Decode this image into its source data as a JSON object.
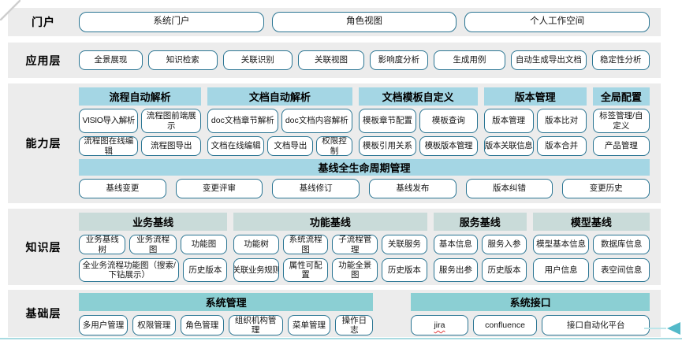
{
  "colors": {
    "band_background": "#ececec",
    "capability_header": "#a4d6e4",
    "knowledge_header": "#c9dbd9",
    "foundation_header": "#8bcfd3",
    "pill_border": "#2a7593",
    "bottom_edge_line": "#a8dbe1",
    "arrow": "#53b9c9",
    "spellcheck_underline": "#e03c3c"
  },
  "layers": {
    "portal": {
      "label": "门户",
      "buttons": [
        "系统门户",
        "角色视图",
        "个人工作空间"
      ]
    },
    "application": {
      "label": "应用层",
      "buttons": [
        "全景展现",
        "知识检索",
        "关联识别",
        "关联视图",
        "影响度分析",
        "生成用例",
        "自动生成导出文档",
        "稳定性分析"
      ]
    },
    "capability": {
      "label": "能力层",
      "sections": [
        {
          "title": "流程自动解析",
          "rows": [
            [
              "VISIO导入解析",
              "流程图前端展示"
            ],
            [
              "流程图在线编辑",
              "流程图导出"
            ]
          ]
        },
        {
          "title": "文档自动解析",
          "rows": [
            [
              "doc文档章节解析",
              "doc文档内容解析"
            ],
            [
              "文档在线编辑",
              "文档导出",
              "权限控制"
            ]
          ]
        },
        {
          "title": "文档模板自定义",
          "rows": [
            [
              "模板章节配置",
              "模板查询"
            ],
            [
              "模板引用关系",
              "模板版本管理"
            ]
          ]
        },
        {
          "title": "版本管理",
          "rows": [
            [
              "版本管理",
              "版本比对"
            ],
            [
              "版本关联信息",
              "版本合并"
            ]
          ]
        },
        {
          "title": "全局配置",
          "rows": [
            [
              "标签管理/自定义"
            ],
            [
              "产品管理"
            ]
          ]
        }
      ],
      "lifecycle": {
        "title": "基线全生命周期管理",
        "buttons": [
          "基线变更",
          "变更评审",
          "基线修订",
          "基线发布",
          "版本纠错",
          "变更历史"
        ]
      }
    },
    "knowledge": {
      "label": "知识层",
      "sections": [
        {
          "title": "业务基线",
          "rows": [
            [
              "业务基线树",
              "业务流程图",
              "功能图"
            ],
            [
              "全业务流程功能图（搜索/下钻展示）",
              "历史版本"
            ]
          ]
        },
        {
          "title": "功能基线",
          "rows": [
            [
              "功能树",
              "系统流程图",
              "子流程管理",
              "关联服务"
            ],
            [
              "关联业务规则",
              "属性可配置",
              "功能全景图",
              "历史版本"
            ]
          ]
        },
        {
          "title": "服务基线",
          "rows": [
            [
              "基本信息",
              "服务入参"
            ],
            [
              "服务出参",
              "历史版本"
            ]
          ]
        },
        {
          "title": "模型基线",
          "rows": [
            [
              "模型基本信息",
              "数据库信息"
            ],
            [
              "用户信息",
              "表空间信息"
            ]
          ]
        }
      ]
    },
    "foundation": {
      "label": "基础层",
      "sections": [
        {
          "title": "系统管理",
          "buttons": [
            "多用户管理",
            "权限管理",
            "角色管理",
            "组织机构管理",
            "菜单管理",
            "操作日志"
          ]
        },
        {
          "title": "系统接口",
          "buttons": [
            "jira",
            "confluence",
            "接口自动化平台"
          ]
        }
      ]
    }
  }
}
